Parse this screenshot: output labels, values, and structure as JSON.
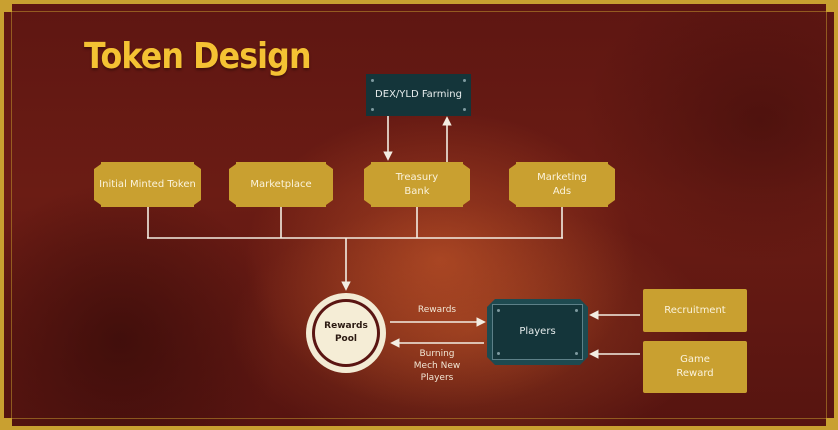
{
  "title": "Token Design",
  "colors": {
    "accent_gold": "#c9a030",
    "title_yellow": "#f4c233",
    "dark_teal": "#14353a",
    "pool_cream": "#f5edd6",
    "background": "#5a1512",
    "connector": "#f3ede2"
  },
  "nodes": {
    "dex": "DEX/YLD Farming",
    "initial_minted": "Initial Minted Token",
    "marketplace": "Marketplace",
    "treasury": "Treasury\nBank",
    "marketing": "Marketing\nAds",
    "rewards_pool": "Rewards\nPool",
    "players": "Players",
    "recruitment": "Recruitment",
    "game_reward": "Game\nReward"
  },
  "edges": {
    "rewards": "Rewards",
    "burning": "Burning\nMech New\nPlayers"
  }
}
